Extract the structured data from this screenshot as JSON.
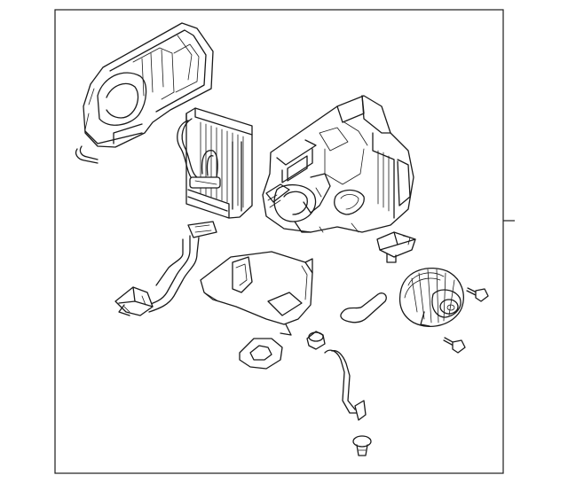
{
  "diagram": {
    "stroke_color": "#1a1a1a",
    "background_color": "#ffffff",
    "parts": [
      {
        "id": "blower-case-upper",
        "icon": "housing-icon"
      },
      {
        "id": "hose-clip",
        "icon": "clip-icon"
      },
      {
        "id": "evaporator-core",
        "icon": "evaporator-icon"
      },
      {
        "id": "heater-unit-case",
        "icon": "hvac-case-icon"
      },
      {
        "id": "blower-resistor",
        "icon": "resistor-icon"
      },
      {
        "id": "expansion-valve-pipe",
        "icon": "pipe-icon"
      },
      {
        "id": "lower-case-cover",
        "icon": "cover-icon"
      },
      {
        "id": "drain-hose",
        "icon": "hose-icon"
      },
      {
        "id": "blower-motor",
        "icon": "motor-icon"
      },
      {
        "id": "mounting-screw-upper",
        "icon": "screw-icon"
      },
      {
        "id": "mounting-screw-lower",
        "icon": "screw-icon"
      },
      {
        "id": "duct-seal",
        "icon": "seal-icon"
      },
      {
        "id": "grommet",
        "icon": "grommet-icon"
      },
      {
        "id": "drain-tube",
        "icon": "tube-icon"
      },
      {
        "id": "fastener-clip",
        "icon": "clip-icon"
      }
    ]
  }
}
